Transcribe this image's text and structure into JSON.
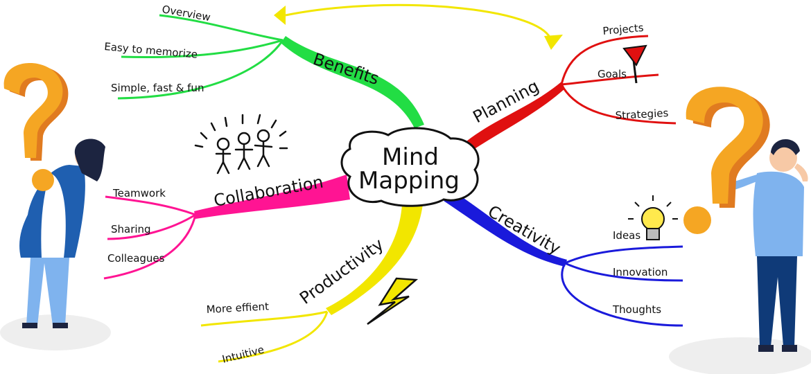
{
  "center": {
    "line1": "Mind",
    "line2": "Mapping"
  },
  "branches": {
    "benefits": {
      "label": "Benefits",
      "color": "#22dd44",
      "items": [
        "Overview",
        "Easy to memorize",
        "Simple, fast & fun"
      ]
    },
    "planning": {
      "label": "Planning",
      "color": "#e01010",
      "items": [
        "Projects",
        "Goals",
        "Strategies"
      ]
    },
    "collaboration": {
      "label": "Collaboration",
      "color": "#ff1493",
      "items": [
        "Teamwork",
        "Sharing",
        "Colleagues"
      ]
    },
    "creativity": {
      "label": "Creativity",
      "color": "#1a1adb",
      "items": [
        "Ideas",
        "Innovation",
        "Thoughts"
      ]
    },
    "productivity": {
      "label": "Productivity",
      "color": "#f2e600",
      "items": [
        "More effient",
        "Intuitive"
      ]
    }
  },
  "colors": {
    "question_mark": "#f5a623",
    "question_mark_shadow": "#e07b20",
    "arrow": "#f2e600",
    "flag": "#e01010",
    "bolt": "#f2e600",
    "bulb": "#ffe94d",
    "shirt_left": "#1f5fb0",
    "shirt_right": "#7fb3ee",
    "pants": "#0f3a78",
    "skin": "#f7c9a6",
    "hair": "#1c2440",
    "floor_shadow": "#eeeeee"
  },
  "icons": [
    "question-mark-icon",
    "stick-figures-icon",
    "flag-icon",
    "lightning-bolt-icon",
    "light-bulb-icon",
    "arrow-icon"
  ]
}
